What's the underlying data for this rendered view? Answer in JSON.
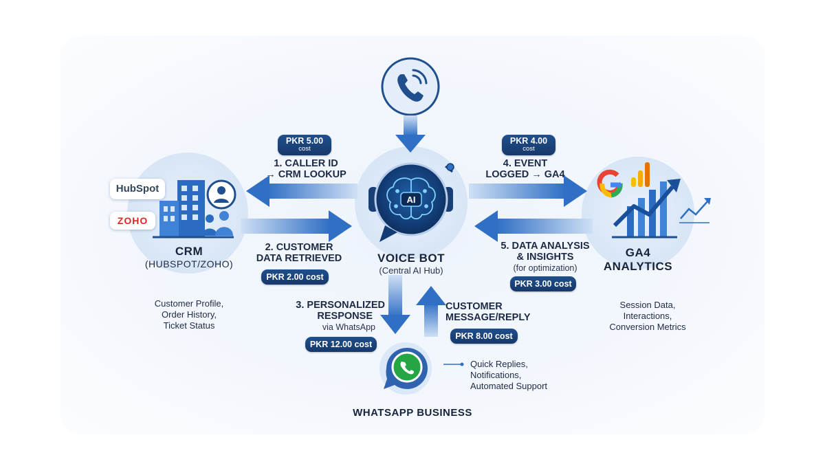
{
  "nodes": {
    "voice_bot": {
      "title": "VOICE BOT",
      "subtitle": "(Central AI Hub)",
      "badge": "AI"
    },
    "crm": {
      "title": "CRM",
      "subtitle": "(HUBSPOT/ZOHO)",
      "logos": [
        "HubSpot",
        "ZOHO"
      ],
      "notes": [
        "Customer Profile,",
        "Order History,",
        "Ticket Status"
      ]
    },
    "ga4": {
      "title": "GA4",
      "subtitle": "ANALYTICS",
      "notes": [
        "Session Data,",
        "Interactions,",
        "Conversion Metrics"
      ]
    },
    "whatsapp": {
      "title": "WHATSAPP BUSINESS",
      "notes": [
        "Quick Replies,",
        "Notifications,",
        "Automated Support"
      ]
    },
    "phone": {
      "icon": "phone-call-icon"
    }
  },
  "flows": {
    "caller_id": {
      "line1": "1. CALLER ID",
      "line2": "→ CRM LOOKUP",
      "cost_amount": "PKR 5.00",
      "cost_label": "cost"
    },
    "data_retrieved": {
      "line1": "2. CUSTOMER",
      "line2": "DATA RETRIEVED",
      "cost": "PKR 2.00 cost"
    },
    "personalized": {
      "line1": "3. PERSONALIZED",
      "line2": "RESPONSE",
      "sub": "via WhatsApp",
      "cost": "PKR 12.00 cost"
    },
    "customer_reply": {
      "line1": "CUSTOMER",
      "line2": "MESSAGE/REPLY",
      "cost": "PKR 8.00 cost"
    },
    "event_logged": {
      "line1": "4. EVENT",
      "line2": "LOGGED → GA4",
      "cost_amount": "PKR 4.00",
      "cost_label": "cost"
    },
    "data_analysis": {
      "line1": "5. DATA ANALYSIS",
      "line2": "& INSIGHTS",
      "sub": "(for optimization)",
      "cost": "PKR 3.00 cost"
    }
  },
  "colors": {
    "arrow": "#2f6fc4",
    "circle": "#dde9f8",
    "navy": "#17396a",
    "whatsapp": "#25a644",
    "google_red": "#ea4335",
    "google_blue": "#4285f4",
    "google_yellow": "#fbbc05",
    "google_green": "#34a853"
  }
}
